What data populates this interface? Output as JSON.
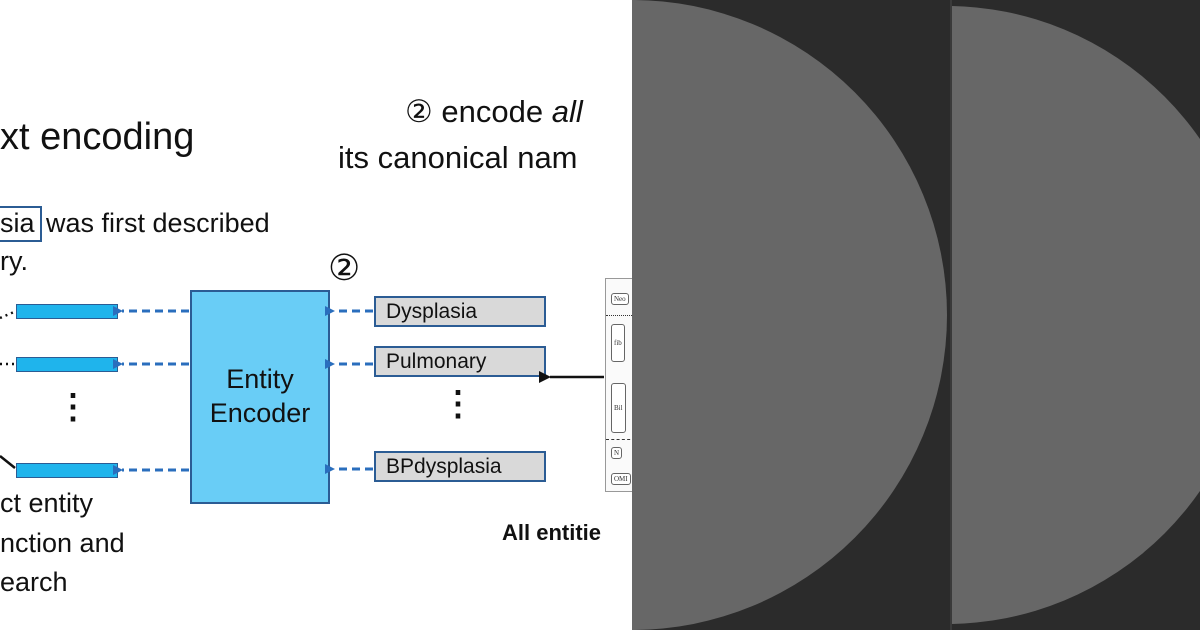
{
  "slide": {
    "title": "xt encoding",
    "subtitle_prefix": "② encode ",
    "subtitle_italic": "all",
    "subtitle_line2": "its canonical nam",
    "sentence_mention": "sia",
    "sentence_rest": "was first described",
    "sentence_line2": "ry.",
    "step_marker": "②",
    "encoder_line1": "Entity",
    "encoder_line2": "Encoder",
    "entity_names": [
      "Dysplasia",
      "Pulmonary",
      "BPdysplasia"
    ],
    "vertical_ellipsis": "⋮",
    "caption_lines": [
      "ct entity",
      "nction and",
      "earch"
    ],
    "all_entities_label": "All entitie",
    "doc_labels": [
      "Neo",
      "fib",
      "Bil",
      "N",
      "OMI"
    ]
  },
  "colors": {
    "arrow_blue": "#2a6ebd",
    "bar_fill": "#1fb4ec",
    "encoder_fill": "#69cdf6",
    "box_border": "#2b5c94",
    "name_box_fill": "#d9d9d9",
    "background_dark": "#2b2b2b",
    "circle_gray": "#676767"
  }
}
